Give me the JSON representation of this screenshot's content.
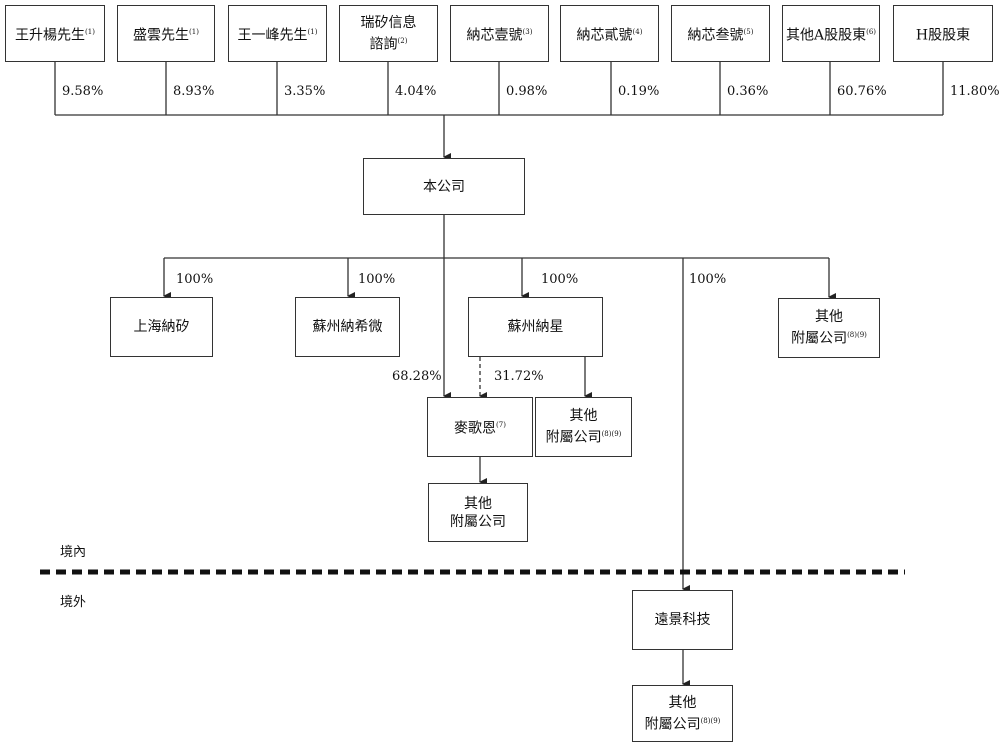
{
  "shareholders": [
    {
      "name": "王升楊先生",
      "note": "(1)",
      "pct": "9.58%"
    },
    {
      "name": "盛雲先生",
      "note": "(1)",
      "pct": "8.93%"
    },
    {
      "name": "王一峰先生",
      "note": "(1)",
      "pct": "3.35%"
    },
    {
      "name": "瑞矽信息\n諮詢",
      "note": "(2)",
      "pct": "4.04%"
    },
    {
      "name": "納芯壹號",
      "note": "(3)",
      "pct": "0.98%"
    },
    {
      "name": "納芯貳號",
      "note": "(4)",
      "pct": "0.19%"
    },
    {
      "name": "納芯叁號",
      "note": "(5)",
      "pct": "0.36%"
    },
    {
      "name": "其他A股股東",
      "note": "(6)",
      "pct": "60.76%"
    },
    {
      "name": "H股股東",
      "note": "",
      "pct": "11.80%"
    }
  ],
  "company": "本公司",
  "subs": {
    "shanghai": {
      "name": "上海納矽",
      "pct": "100%"
    },
    "suzhou_xw": {
      "name": "蘇州納希微",
      "pct": "100%"
    },
    "suzhou_nx": {
      "name": "蘇州納星",
      "pct": "100%"
    },
    "overseas_pct": "100%",
    "other_right": {
      "name": "其他\n附屬公司",
      "note": "(8)(9)"
    },
    "mageen": {
      "name": "麥歌恩",
      "note": "(7)",
      "pct_company": "68.28%",
      "pct_nx": "31.72%"
    },
    "other_nx": {
      "name": "其他\n附屬公司",
      "note": "(8)(9)"
    },
    "other_mageen": {
      "name": "其他\n附屬公司",
      "note": ""
    },
    "yuanjing": {
      "name": "遠景科技"
    },
    "other_yj": {
      "name": "其他\n附屬公司",
      "note": "(8)(9)"
    }
  },
  "regions": {
    "domestic": "境內",
    "overseas": "境外"
  }
}
